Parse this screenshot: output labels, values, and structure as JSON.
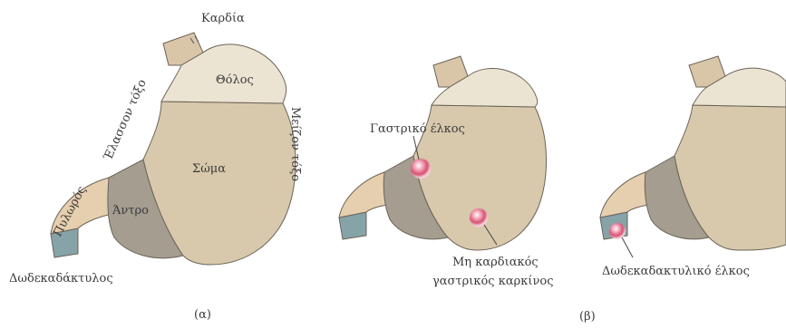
{
  "figure_a": {
    "labels": {
      "kardia": "Καρδία",
      "tholos": "Θόλος",
      "elasson_toxo": "Έλασσον τόξο",
      "meizon_toxo": "Μείζον τόξο",
      "soma": "Σώμα",
      "pyloros": "Πυλωρός",
      "antro": "Άντρο",
      "dodekadaktylos": "Δωδεκαδάκτυλος"
    },
    "caption": "(α)"
  },
  "figure_b": {
    "labels": {
      "gastriko_elkos": "Γαστρικό έλκος",
      "karkinos_line1": "Μη καρδιακός",
      "karkinos_line2": "γαστρικός καρκίνος",
      "dodekadaktyliko_elkos": "Δωδεκαδακτυλικό έλκος"
    },
    "caption": "(β)"
  },
  "colors": {
    "fundus": "#ece4d3",
    "body": "#d8c9ac",
    "antrum": "#a49d90",
    "pylorus": "#e6cfae",
    "duodenum": "#86a3a8",
    "esophagus": "#d9c5a8",
    "outline": "#6b6357",
    "lesion": "#d74b6d"
  }
}
